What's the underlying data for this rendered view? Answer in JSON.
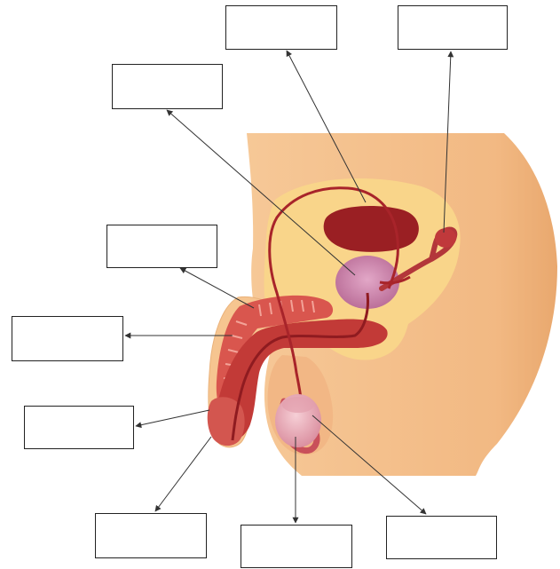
{
  "diagram": {
    "colors": {
      "skin": "#f4bf8a",
      "skin_shadow": "#e8a56c",
      "pelvic_fill": "#f9d58a",
      "duct": "#a8242a",
      "corpus": "#c9433d",
      "spongiosum": "#e0685f",
      "bladder": "#9a1f23",
      "prostate": "#c87fa6",
      "testis": "#e7a8b4",
      "label_border": "#222222",
      "leader_line": "#333333"
    },
    "labels": [
      {
        "id": "label-1",
        "text": ""
      },
      {
        "id": "label-2",
        "text": ""
      },
      {
        "id": "label-3",
        "text": ""
      },
      {
        "id": "label-4",
        "text": ""
      },
      {
        "id": "label-5",
        "text": ""
      },
      {
        "id": "label-6",
        "text": ""
      },
      {
        "id": "label-7",
        "text": ""
      },
      {
        "id": "label-8",
        "text": ""
      },
      {
        "id": "label-9",
        "text": ""
      }
    ]
  }
}
